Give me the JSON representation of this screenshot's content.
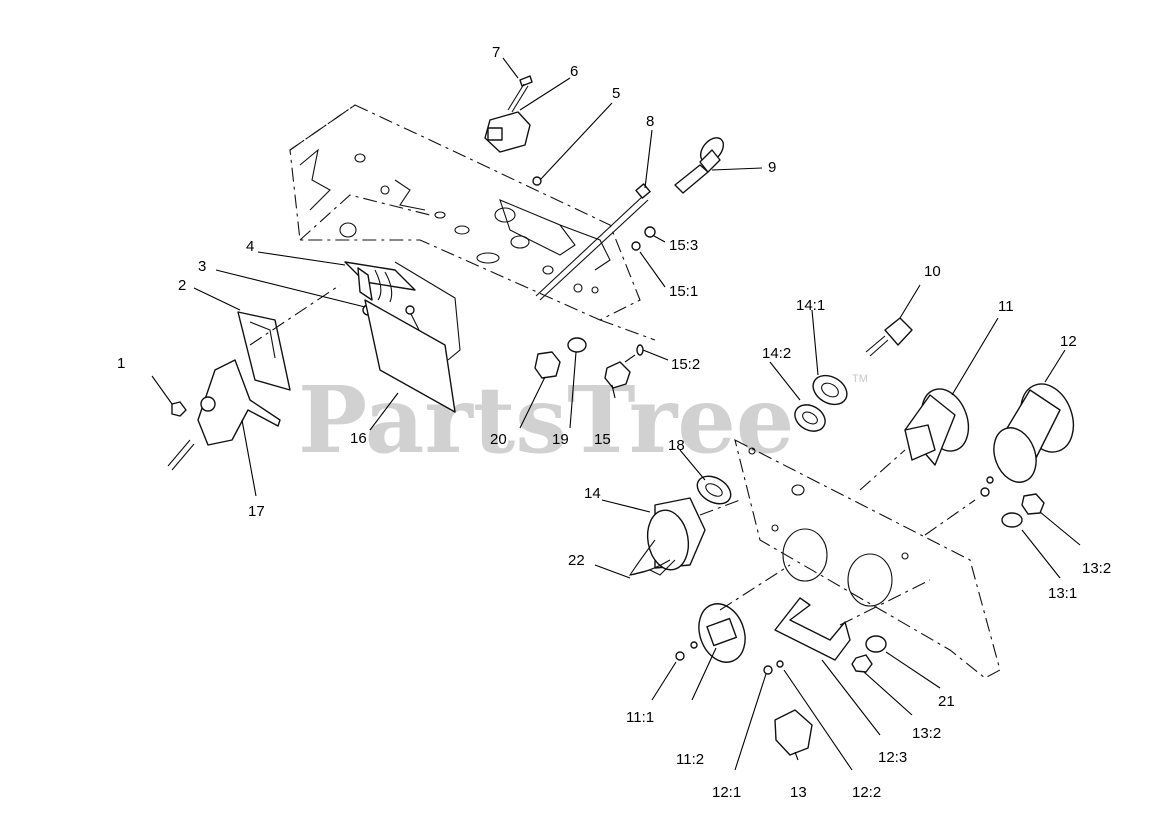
{
  "watermark": {
    "text": "PartsTree",
    "mark": "TM"
  },
  "callouts": {
    "c1": "1",
    "c2": "2",
    "c3": "3",
    "c4": "4",
    "c5": "5",
    "c6": "6",
    "c7": "7",
    "c8": "8",
    "c9": "9",
    "c10": "10",
    "c11": "11",
    "c12": "12",
    "c13": "13",
    "c14": "14",
    "c15": "15",
    "c16": "16",
    "c17": "17",
    "c18": "18",
    "c19": "19",
    "c20": "20",
    "c21": "21",
    "c22": "22",
    "c11_1": "11:1",
    "c11_2": "11:2",
    "c12_1": "12:1",
    "c12_2": "12:2",
    "c12_3": "12:3",
    "c13_1": "13:1",
    "c13_2a": "13:2",
    "c13_2b": "13:2",
    "c14_1": "14:1",
    "c14_2": "14:2",
    "c15_1": "15:1",
    "c15_2": "15:2",
    "c15_3": "15:3"
  }
}
